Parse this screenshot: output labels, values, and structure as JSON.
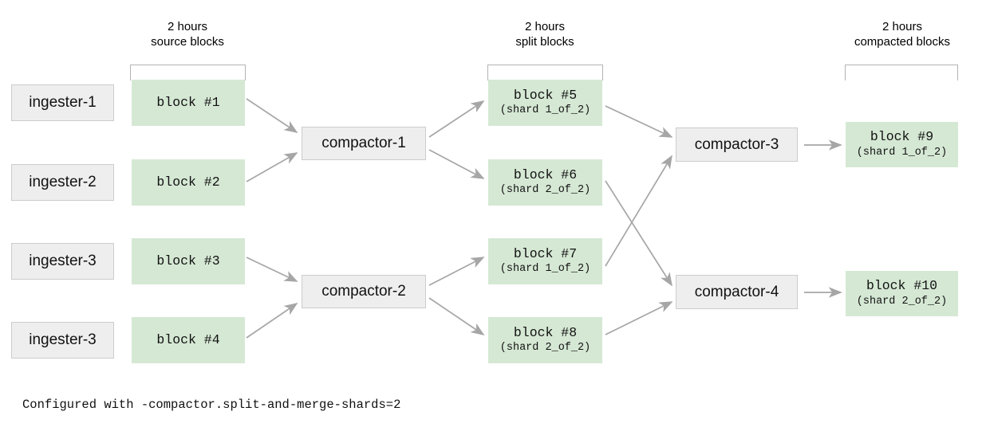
{
  "diagram": {
    "title_note": "Configured with -compactor.split-and-merge-shards=2",
    "edge_color": "#a6a6a6",
    "block_fill": "#d5e8d4",
    "service_fill": "#eeeeee",
    "service_border": "#cccccc"
  },
  "columns": [
    {
      "id": "source",
      "line1": "2 hours",
      "line2": "source blocks"
    },
    {
      "id": "split",
      "line1": "2 hours",
      "line2": "split blocks"
    },
    {
      "id": "compacted",
      "line1": "2 hours",
      "line2": "compacted blocks"
    }
  ],
  "ingesters": [
    {
      "label": "ingester-1"
    },
    {
      "label": "ingester-2"
    },
    {
      "label": "ingester-3"
    },
    {
      "label": "ingester-3"
    }
  ],
  "source_blocks": [
    {
      "title": "block #1",
      "sub": ""
    },
    {
      "title": "block #2",
      "sub": ""
    },
    {
      "title": "block #3",
      "sub": ""
    },
    {
      "title": "block #4",
      "sub": ""
    }
  ],
  "split_compactors": [
    {
      "label": "compactor-1"
    },
    {
      "label": "compactor-2"
    }
  ],
  "split_blocks": [
    {
      "title": "block #5",
      "sub": "(shard 1_of_2)"
    },
    {
      "title": "block #6",
      "sub": "(shard 2_of_2)"
    },
    {
      "title": "block #7",
      "sub": "(shard 1_of_2)"
    },
    {
      "title": "block #8",
      "sub": "(shard 2_of_2)"
    }
  ],
  "merge_compactors": [
    {
      "label": "compactor-3"
    },
    {
      "label": "compactor-4"
    }
  ],
  "compacted_blocks": [
    {
      "title": "block #9",
      "sub": "(shard 1_of_2)"
    },
    {
      "title": "block #10",
      "sub": "(shard 2_of_2)"
    }
  ]
}
